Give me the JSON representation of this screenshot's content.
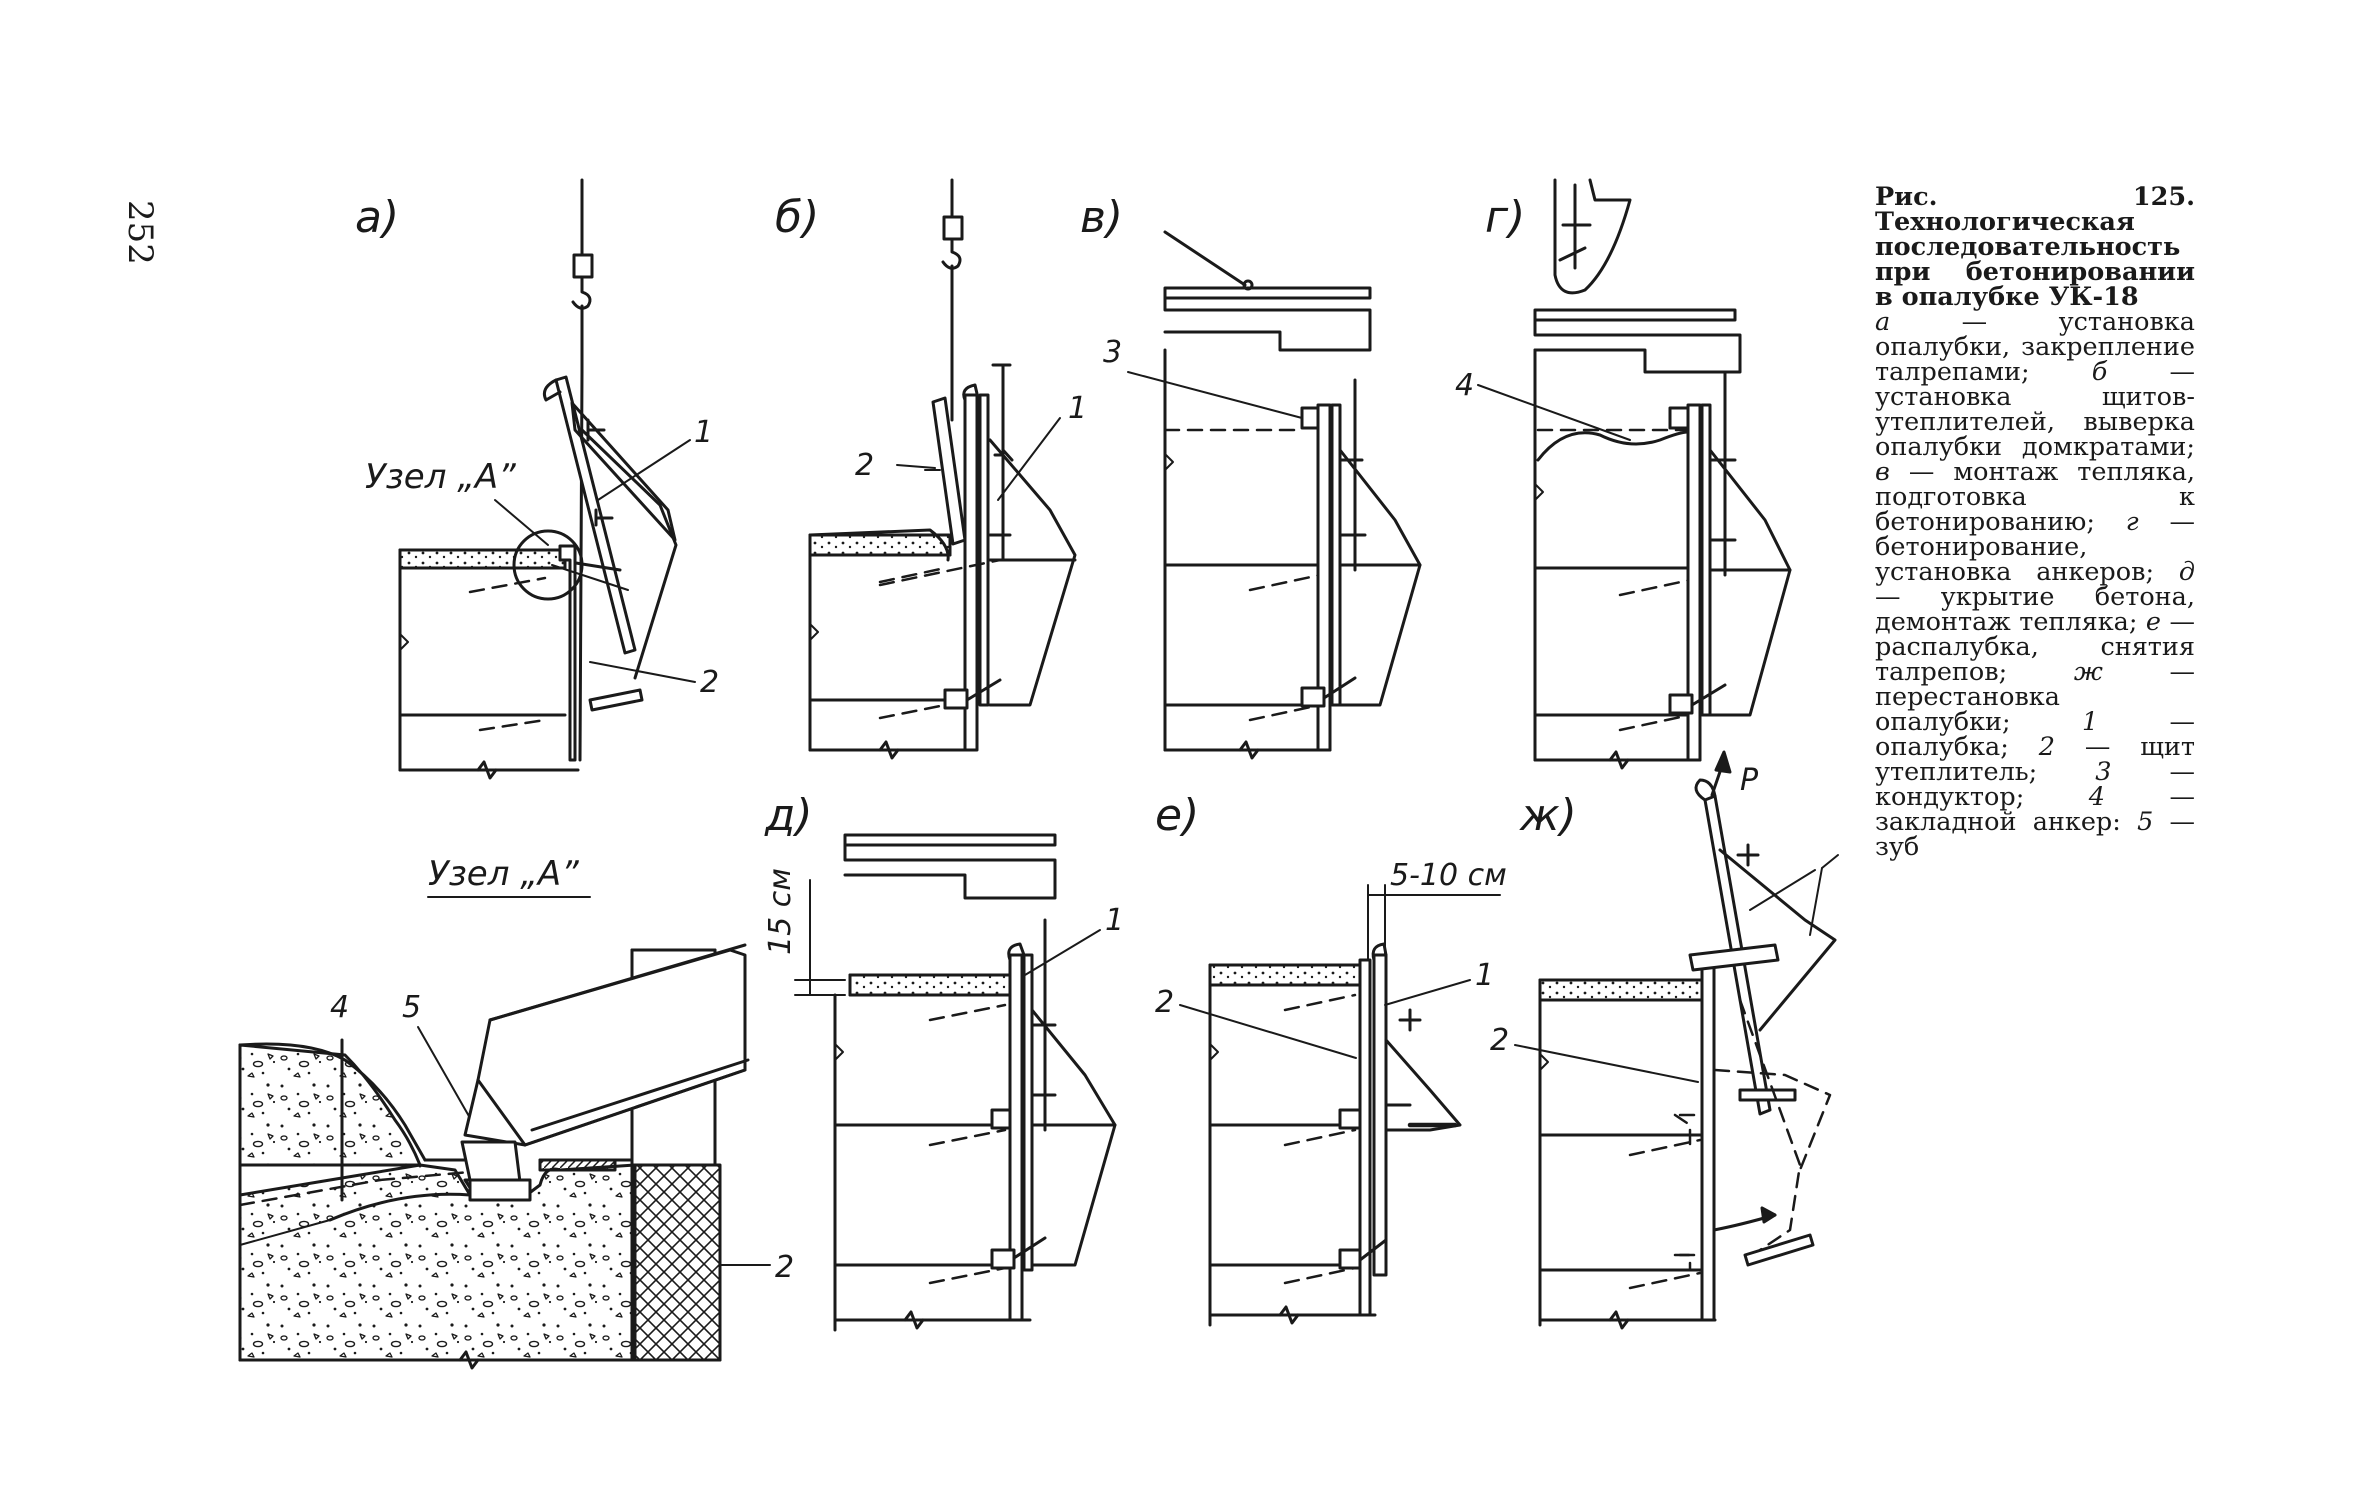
{
  "page_number": "252",
  "panels": {
    "a": "а)",
    "b": "б)",
    "v": "в)",
    "g": "г)",
    "d": "д)",
    "e": "е)",
    "zh": "ж)"
  },
  "callouts": {
    "a_1": "1",
    "a_2": "2",
    "b_1": "1",
    "b_2": "2",
    "v_3": "3",
    "g_4": "4",
    "d_1": "1",
    "e_1": "1",
    "e_2": "2",
    "zh_2": "2",
    "node_4": "4",
    "node_5": "5",
    "node_2": "2"
  },
  "node_label": "Узел „А”",
  "node_title": "Узел „А”",
  "dimension_d": "15 см",
  "dimension_e": "5-10 см",
  "force_label": "P",
  "caption": {
    "title": "Рис. 125. Технологическая последовательность при бетонировании в опалубке УК-18",
    "items": [
      {
        "letter": "а",
        "text": "— установка опалубки, закрепление талрепами;"
      },
      {
        "letter": "б",
        "text": "— установка щитов-утеплителей, выверка опалубки домкратами;"
      },
      {
        "letter": "в",
        "text": "— монтаж тепляка, подготовка к бетонированию;"
      },
      {
        "letter": "г",
        "text": "— бетонирование, установка анкеров;"
      },
      {
        "letter": "д",
        "text": "— укрытие бетона, демонтаж тепляка;"
      },
      {
        "letter": "е",
        "text": "— распалубка, снятия талрепов;"
      },
      {
        "letter": "ж",
        "text": "— перестановка опалубки;"
      }
    ],
    "legend": [
      {
        "num": "1",
        "text": "— опалубка;"
      },
      {
        "num": "2",
        "text": "— щит утеплитель;"
      },
      {
        "num": "3",
        "text": "— кондуктор;"
      },
      {
        "num": "4",
        "text": "— закладной анкер:"
      },
      {
        "num": "5",
        "text": "— зуб"
      }
    ]
  }
}
